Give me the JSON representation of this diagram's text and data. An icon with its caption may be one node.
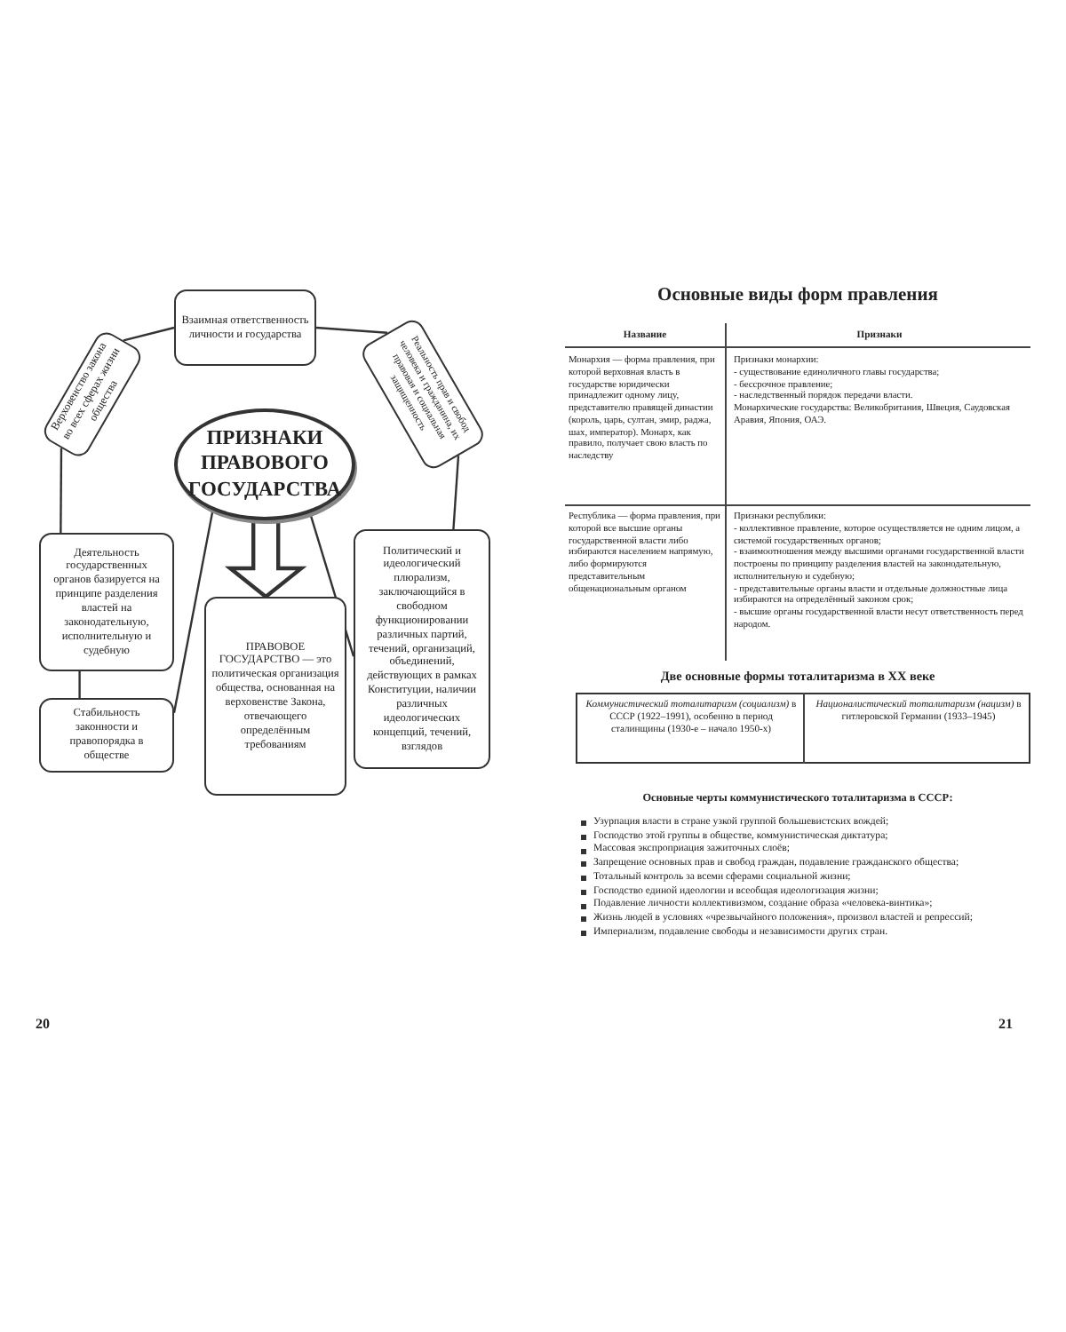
{
  "diagram": {
    "nodes": [
      {
        "text": [
          "ПРИЗНАКИ ПРАВОВОГО ГОСУДАРСТВА"
        ]
      },
      {
        "text": [
          "Взаимная ответственность личности и государства"
        ]
      },
      {
        "text": [
          "Верховенство закона во всех сферах жизни общества"
        ]
      },
      {
        "text": [
          "Реальность прав и свобод человека и гражданина, их правовая и социальная защищенность"
        ]
      },
      {
        "text": [
          "Деятельность государственных органов базируется на принципе разделения властей на законодательную, исполнительную и судебную"
        ]
      },
      {
        "text": [
          "Стабильность законности и правопорядка в обществе"
        ]
      },
      {
        "text": [
          "ПРАВОВОЕ ГОСУДАРСТВО — это политическая организация общества, основанная на верховенстве Закона, отвечающего определённым требованиям"
        ]
      },
      {
        "text": [
          "Политический и идеологический плюрализм, заключающийся в свободном функционировании различных партий, течений, организаций, объединений, действующих в рамках Конституции, наличии различных идеологических концепций, течений, взглядов"
        ]
      }
    ],
    "edges": [
      {
        "from": 2,
        "to": 1,
        "arrow": "none"
      },
      {
        "from": 1,
        "to": 3,
        "arrow": "none"
      },
      {
        "from": 2,
        "to": 4,
        "arrow": "none"
      },
      {
        "from": 4,
        "to": 5,
        "arrow": "none"
      },
      {
        "from": 3,
        "to": 7,
        "arrow": "none"
      },
      {
        "from": 0,
        "to": 5,
        "arrow": "none"
      },
      {
        "from": 0,
        "to": 7,
        "arrow": "none"
      },
      {
        "from": 0,
        "to": 6,
        "arrow": "to",
        "style": "thick"
      }
    ],
    "labels": [
      "20",
      "Основные виды форм правления",
      "Название",
      "Признаки",
      "Монархия — форма правления, при которой верховная власть в государстве юридически принадлежит одному лицу, представителю правящей династии (король, царь, султан, эмир, раджа, шах, император). Монарх, как правило, получает свою власть по наследству",
      "Признаки монархии:",
      "- существование единоличного главы государства;",
      "- бессрочное правление;",
      "- наследственный порядок передачи власти.",
      "Монархические государства: Великобритания, Швеция, Саудовская Аравия, Япония, ОАЭ.",
      "Республика — форма правления, при которой все высшие органы государственной власти либо избираются населением напрямую, либо формируются представительным общенациональным органом",
      "Признаки республики:",
      "- коллективное правление, которое осуществляется не одним лицом, а системой государственных органов;",
      "- взаимоотношения между высшими органами государственной власти построены по принципу разделения властей на законодательную, исполнительную и судебную;",
      "- представительные органы власти и отдельные должностные лица избираются на определённый законом срок;",
      "- высшие органы государственной власти несут ответственность перед народом.",
      "Две основные формы тоталитаризма в XX веке",
      "*Коммунистический тоталитаризм (социализм)* в СССР (1922–1991), особенно в период сталинщины (1930-е – начало 1950-х)",
      "*Националистический тоталитаризм (нацизм)* в гитлеровской Германии (1933–1945)",
      "Основные черты коммунистического тоталитаризма в СССР:",
      "Узурпация власти в стране узкой группой большевистских вождей;",
      "Господство этой группы в обществе, коммунистическая диктатура;",
      "Массовая экспроприация зажиточных слоёв;",
      "Запрещение основных прав и свобод граждан, подавление гражданского общества;",
      "Тотальный контроль за всеми сферами социальной жизни;",
      "Господство единой идеологии и всеобщая идеологизация жизни;",
      "Подавление личности коллективизмом, создание образа «человека-винтика»;",
      "Жизнь людей в условиях «чрезвычайного положения», произвол властей и репрессий;",
      "Империализм, подавление свободы и независимости других стран.",
      "21"
    ]
  }
}
